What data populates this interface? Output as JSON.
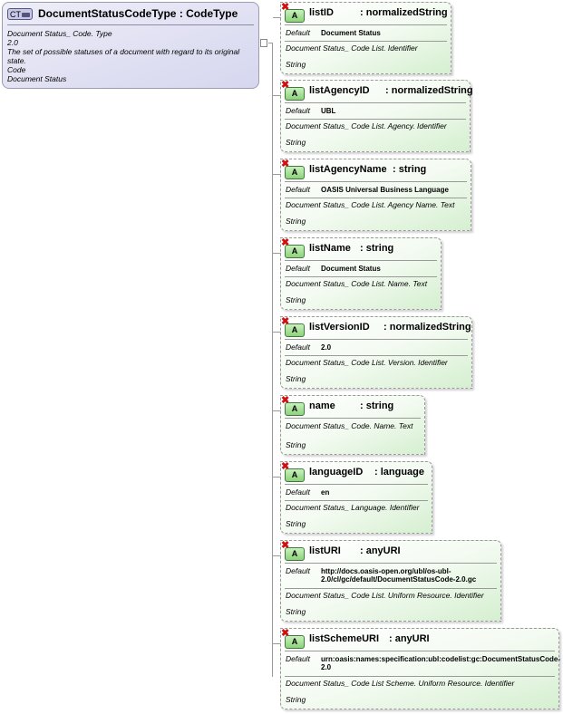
{
  "complex_type": {
    "badge": "CT",
    "name": "DocumentStatusCodeType",
    "base": ": CodeType",
    "documentation": [
      "Document Status_ Code. Type",
      "2.0",
      "The set of possible statuses of a document with regard to its original state.",
      "Code",
      "Document Status"
    ]
  },
  "attribute_icon": "A",
  "prohibited_icon": "✖",
  "default_label": "Default",
  "attributes": [
    {
      "name": "listID",
      "type": ": normalizedString",
      "default": "Document Status",
      "doc": "Document Status_ Code List. Identifier",
      "base_type": "String"
    },
    {
      "name": "listAgencyID",
      "type": ": normalizedString",
      "default": "UBL",
      "doc": "Document Status_ Code List. Agency. Identifier",
      "base_type": "String"
    },
    {
      "name": "listAgencyName",
      "type": ": string",
      "default": "OASIS Universal Business Language",
      "doc": "Document Status_ Code List. Agency Name. Text",
      "base_type": "String"
    },
    {
      "name": "listName",
      "type": ": string",
      "default": "Document Status",
      "doc": "Document Status_ Code List. Name. Text",
      "base_type": "String"
    },
    {
      "name": "listVersionID",
      "type": ": normalizedString",
      "default": "2.0",
      "doc": "Document Status_ Code List. Version. Identifier",
      "base_type": "String"
    },
    {
      "name": "name",
      "type": ": string",
      "default": "",
      "doc": "Document Status_ Code. Name. Text",
      "base_type": "String"
    },
    {
      "name": "languageID",
      "type": ": language",
      "default": "en",
      "doc": "Document Status_ Language. Identifier",
      "base_type": "String"
    },
    {
      "name": "listURI",
      "type": ": anyURI",
      "default": "http://docs.oasis-open.org/ubl/os-ubl-2.0/cl/gc/default/DocumentStatusCode-2.0.gc",
      "doc": "Document Status_ Code List. Uniform Resource. Identifier",
      "base_type": "String"
    },
    {
      "name": "listSchemeURI",
      "type": ": anyURI",
      "default": "urn:oasis:names:specification:ubl:codelist:gc:DocumentStatusCode-2.0",
      "doc": "Document Status_ Code List Scheme. Uniform Resource. Identifier",
      "base_type": "String"
    }
  ]
}
